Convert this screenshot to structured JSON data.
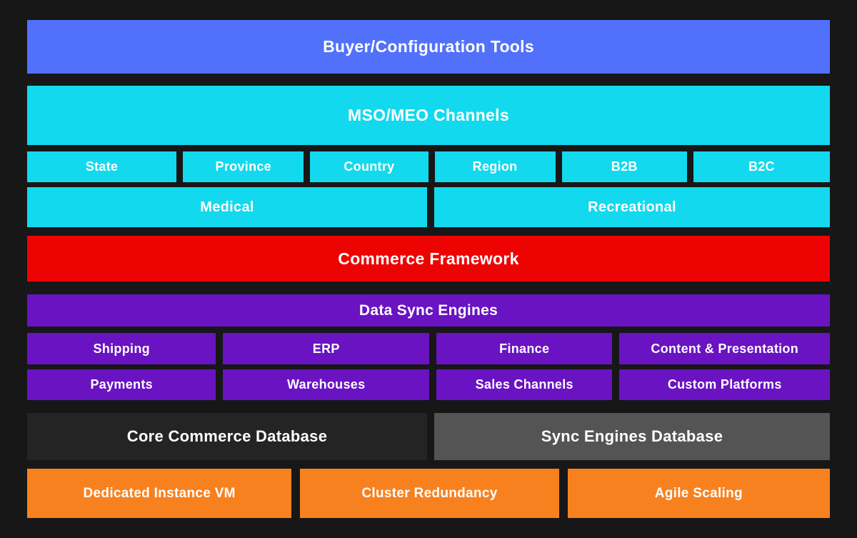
{
  "colors": {
    "background": "#171717",
    "buyer_blue": "#5271fa",
    "channel_cyan": "#12d9ee",
    "framework_red": "#ee0303",
    "sync_purple": "#6a13c2",
    "core_db_dark": "#242424",
    "sync_db_gray": "#545454",
    "infra_orange": "#f8811f",
    "text_white": "#ffffff"
  },
  "diagram": {
    "buyer_tools_label": "Buyer/Configuration Tools",
    "mso_meo_label": "MSO/MEO Channels",
    "channel_types": [
      "State",
      "Province",
      "Country",
      "Region",
      "B2B",
      "B2C"
    ],
    "market_types": [
      "Medical",
      "Recreational"
    ],
    "commerce_framework_label": "Commerce Framework",
    "data_sync_label": "Data Sync Engines",
    "sync_integrations_row1": [
      "Shipping",
      "ERP",
      "Finance",
      "Content & Presentation"
    ],
    "sync_integrations_row2": [
      "Payments",
      "Warehouses",
      "Sales Channels",
      "Custom Platforms"
    ],
    "databases": [
      "Core Commerce Database",
      "Sync Engines Database"
    ],
    "infrastructure": [
      "Dedicated Instance VM",
      "Cluster Redundancy",
      "Agile Scaling"
    ]
  }
}
